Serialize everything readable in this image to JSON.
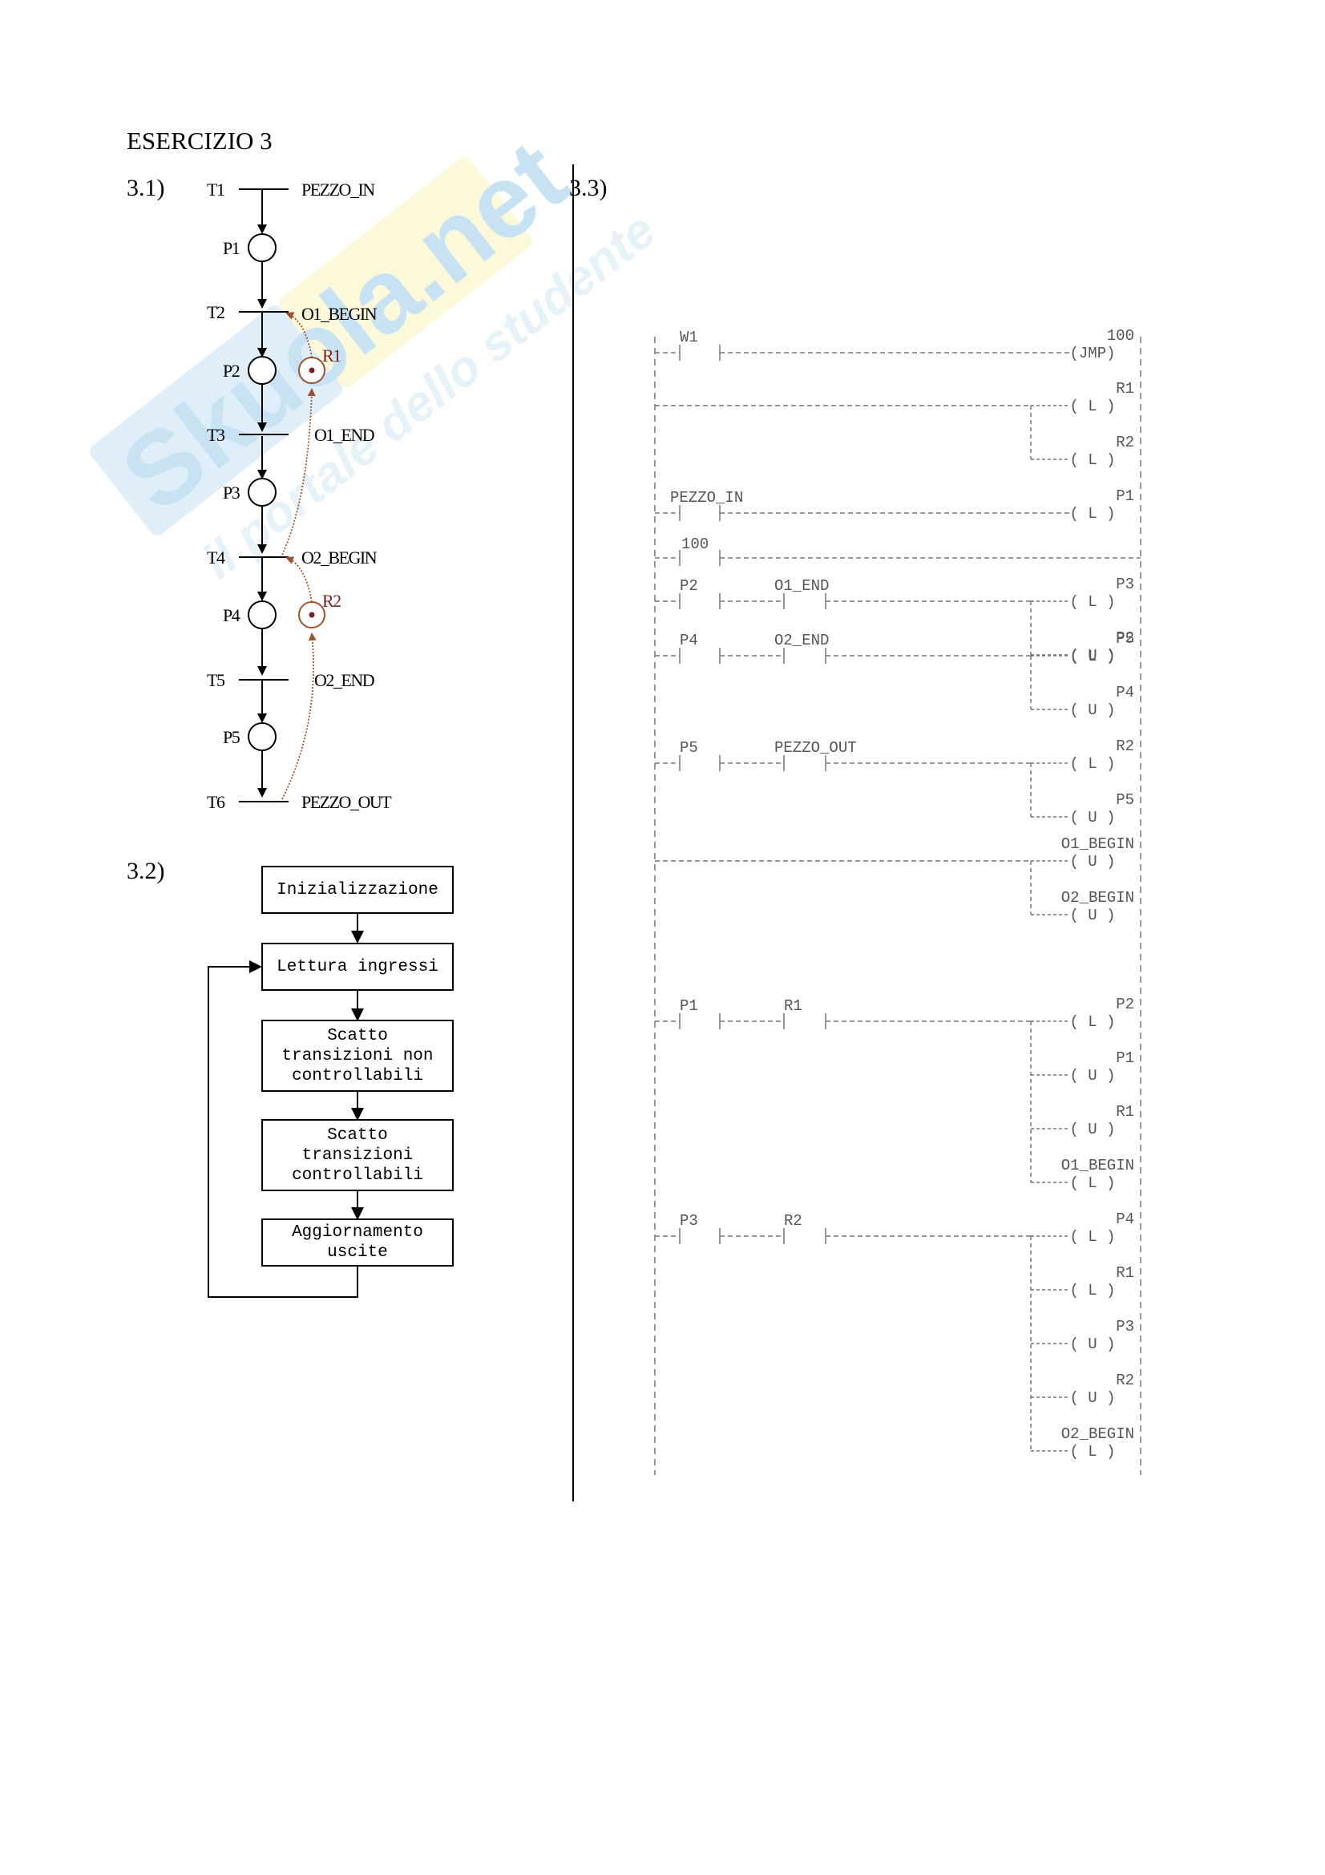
{
  "document": {
    "heading": "ESERCIZIO 3",
    "sections": {
      "s31": "3.1)",
      "s32": "3.2)",
      "s33": "3.3)"
    }
  },
  "watermark": {
    "brand": "Skuola.net",
    "tagline": "il portale dello studente"
  },
  "petri_net": {
    "transitions": [
      {
        "id": "T1",
        "event": "PEZZO_IN"
      },
      {
        "id": "T2",
        "event": "O1_BEGIN"
      },
      {
        "id": "T3",
        "event": "O1_END"
      },
      {
        "id": "T4",
        "event": "O2_BEGIN"
      },
      {
        "id": "T5",
        "event": "O2_END"
      },
      {
        "id": "T6",
        "event": "PEZZO_OUT"
      }
    ],
    "places": [
      "P1",
      "P2",
      "P3",
      "P4",
      "P5"
    ],
    "resources": [
      "R1",
      "R2"
    ]
  },
  "flowchart": {
    "steps": [
      "Inizializzazione",
      "Lettura ingressi",
      "Scatto\ntransizioni non\ncontrollabili",
      "Scatto\ntransizioni\ncontrollabili",
      "Aggiornamento\nuscite"
    ]
  },
  "ladder": {
    "rungs": [
      {
        "contacts": [
          "W1"
        ],
        "coils": [
          {
            "name": "100",
            "type": "(JMP)"
          }
        ]
      },
      {
        "contacts": [],
        "coils": [
          {
            "name": "R1",
            "type": "( L )"
          },
          {
            "name": "R2",
            "type": "( L )"
          }
        ]
      },
      {
        "label": "100"
      },
      {
        "contacts": [
          "PEZZO_IN"
        ],
        "coils": [
          {
            "name": "P1",
            "type": "( L )"
          }
        ]
      },
      {
        "contacts": [
          "P2",
          "O1_END"
        ],
        "coils": [
          {
            "name": "P3",
            "type": "( L )"
          },
          {
            "name": "P2",
            "type": "( U )"
          }
        ]
      },
      {
        "contacts": [
          "P4",
          "O2_END"
        ],
        "coils": [
          {
            "name": "P5",
            "type": "( L )"
          },
          {
            "name": "P4",
            "type": "( U )"
          }
        ]
      },
      {
        "contacts": [
          "P5",
          "PEZZO_OUT"
        ],
        "coils": [
          {
            "name": "R2",
            "type": "( L )"
          },
          {
            "name": "P5",
            "type": "( U )"
          }
        ]
      },
      {
        "contacts": [],
        "coils": [
          {
            "name": "O1_BEGIN",
            "type": "( U )"
          },
          {
            "name": "O2_BEGIN",
            "type": "( U )"
          }
        ]
      },
      {
        "contacts": [
          "P1",
          "R1"
        ],
        "coils": [
          {
            "name": "P2",
            "type": "( L )"
          },
          {
            "name": "P1",
            "type": "( U )"
          },
          {
            "name": "R1",
            "type": "( U )"
          },
          {
            "name": "O1_BEGIN",
            "type": "( L )"
          }
        ]
      },
      {
        "contacts": [
          "P3",
          "R2"
        ],
        "coils": [
          {
            "name": "P4",
            "type": "( L )"
          },
          {
            "name": "R1",
            "type": "( L )"
          },
          {
            "name": "P3",
            "type": "( U )"
          },
          {
            "name": "R2",
            "type": "( U )"
          },
          {
            "name": "O2_BEGIN",
            "type": "( L )"
          }
        ]
      }
    ]
  }
}
